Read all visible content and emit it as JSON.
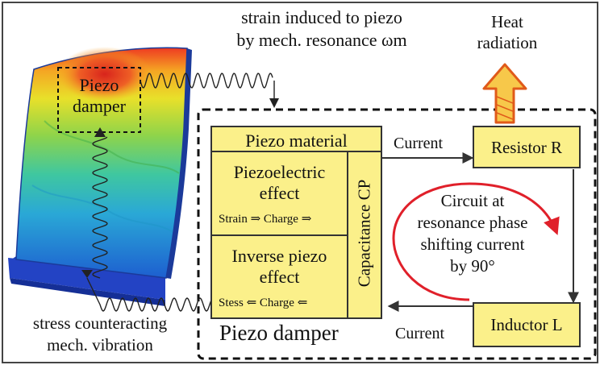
{
  "blade": {
    "piezo_label_line1": "Piezo",
    "piezo_label_line2": "damper"
  },
  "annotations": {
    "strain_line1": "strain induced to piezo",
    "strain_line2": "by mech. resonance ωm",
    "heat_line1": "Heat",
    "heat_line2": "radiation",
    "stress_line1": "stress counteracting",
    "stress_line2": "mech. vibration"
  },
  "piezo_block": {
    "header": "Piezo material",
    "upper_line1": "Piezoelectric",
    "upper_line2": "effect",
    "upper_flow": "Strain ⇒ Charge ⇒",
    "lower_line1": "Inverse piezo",
    "lower_line2": "effect",
    "lower_flow": "Stess ⇐ Charge ⇐",
    "capacitance": "Capacitance CP",
    "damper_label": "Piezo damper"
  },
  "circuit": {
    "current_top": "Current",
    "current_bottom": "Current",
    "resistor": "Resistor R",
    "inductor": "Inductor L",
    "note_line1": "Circuit at",
    "note_line2": "resonance phase",
    "note_line3": "shifting current",
    "note_line4": "by 90°"
  },
  "colors": {
    "box_fill": "#fbf08a",
    "arrow_fill": "#f7c84a",
    "arrow_stroke": "#e05a1a",
    "phase_arc": "#e0202a"
  }
}
